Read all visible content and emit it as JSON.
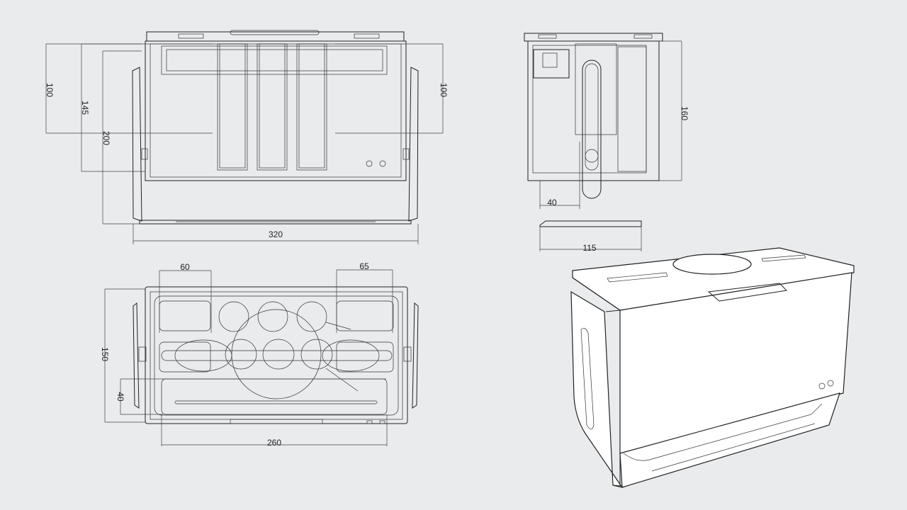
{
  "dimensions": {
    "front": {
      "h1": "100",
      "h2": "145",
      "h3": "200",
      "width": "320",
      "h_right": "100"
    },
    "side": {
      "height": "160",
      "slot_offset": "40",
      "depth": "115"
    },
    "top": {
      "left_pocket": "60",
      "right_pocket": "65",
      "depth": "150",
      "tray": "40",
      "tray_width": "260"
    }
  },
  "colors": {
    "background": "#e9ebed",
    "line": "#222222"
  }
}
